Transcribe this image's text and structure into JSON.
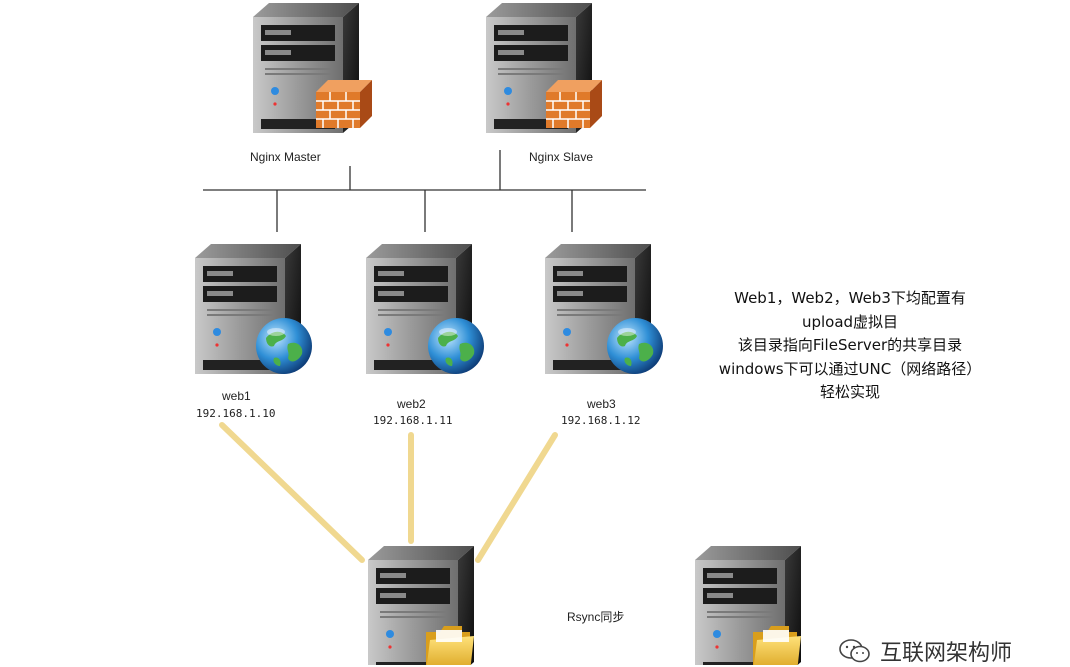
{
  "nodes": {
    "nginx_master": {
      "label": "Nginx  Master"
    },
    "nginx_slave": {
      "label": "Nginx  Slave"
    },
    "web1": {
      "label": "web1",
      "ip": "192.168.1.10"
    },
    "web2": {
      "label": "web2",
      "ip": "192.168.1.11"
    },
    "web3": {
      "label": "web3",
      "ip": "192.168.1.12"
    }
  },
  "sync_label": "Rsync同步",
  "note": {
    "lines": [
      "Web1，Web2，Web3下均配置有",
      "upload虚拟目",
      "该目录指向FileServer的共享目录",
      "windows下可以通过UNC（网络路径）",
      "轻松实现"
    ]
  },
  "watermark": {
    "text": "互联网架构师",
    "icon": "wechat-icon"
  },
  "colors": {
    "link_line": "#f0d890",
    "bus_line": "#333333",
    "firewall": "#e07a2a",
    "globe": "#2f8fd6",
    "folder": "#f2c94c"
  }
}
